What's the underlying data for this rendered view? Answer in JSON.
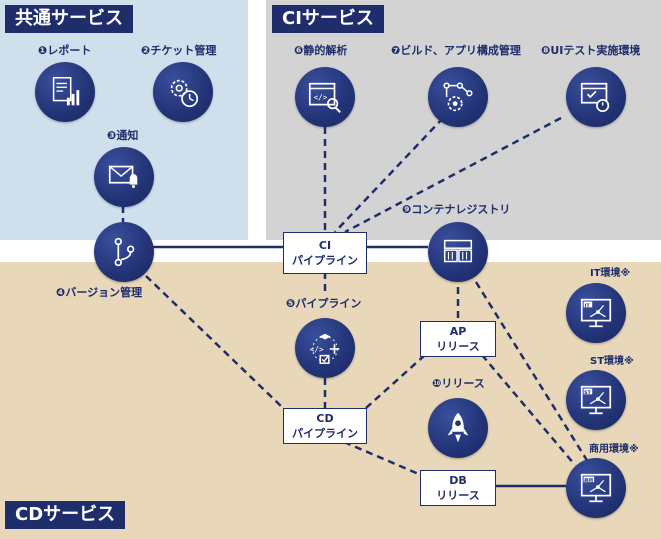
{
  "regions": {
    "common": "共通サービス",
    "ci": "CIサービス",
    "cd": "CDサービス"
  },
  "components": {
    "report": {
      "num": "❶",
      "label": "レポート"
    },
    "ticket": {
      "num": "❷",
      "label": "チケット管理"
    },
    "notify": {
      "num": "❸",
      "label": "通知"
    },
    "version": {
      "num": "❹",
      "label": "バージョン管理"
    },
    "pipeline": {
      "num": "❺",
      "label": "パイプライン"
    },
    "static_analysis": {
      "num": "❻",
      "label": "静的解析"
    },
    "build": {
      "num": "❼",
      "label": "ビルド、アプリ構成管理"
    },
    "ui_test": {
      "num": "❽",
      "label": "UIテスト実施環境"
    },
    "container_registry": {
      "num": "❾",
      "label": "コンテナレジストリ"
    },
    "release": {
      "num": "❿",
      "label": "リリース"
    }
  },
  "boxes": {
    "ci_pipeline": [
      "CI",
      "パイプライン"
    ],
    "cd_pipeline": [
      "CD",
      "パイプライン"
    ],
    "ap_release": [
      "AP",
      "リリース"
    ],
    "db_release": [
      "DB",
      "リリース"
    ]
  },
  "environments": {
    "it": {
      "label": "IT環境※",
      "badge": "IT"
    },
    "st": {
      "label": "ST環境※",
      "badge": "ST"
    },
    "prod": {
      "label": "商用環境※",
      "badge": "商用"
    }
  },
  "colors": {
    "navy": "#1f2d6b",
    "common_bg": "#cfe0ec",
    "ci_bg": "#d3d3d3",
    "cd_bg": "#e8d7b9"
  }
}
